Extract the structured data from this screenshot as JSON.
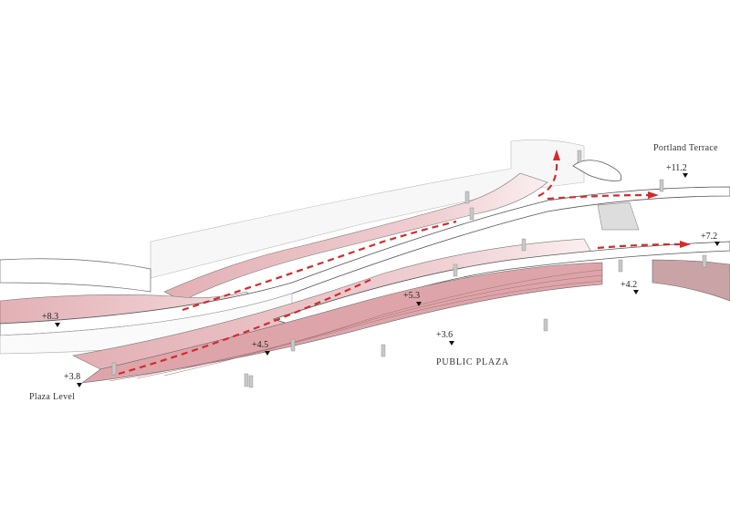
{
  "places": {
    "portland_terrace": "Portland Terrace",
    "public_plaza": "PUBLIC PLAZA",
    "plaza_level": "Plaza Level"
  },
  "levels": {
    "l11_2": "+11.2",
    "l7_2": "+7.2",
    "l4_2": "+4.2",
    "l5_3": "+5.3",
    "l3_6": "+3.6",
    "l4_5": "+4.5",
    "l8_3": "+8.3",
    "l3_8": "+3.8"
  },
  "colors": {
    "ramp": "#e3b4b8",
    "ramp_light": "#f6e3e4",
    "arrow": "#d42a2a",
    "stroke": "#555555"
  }
}
